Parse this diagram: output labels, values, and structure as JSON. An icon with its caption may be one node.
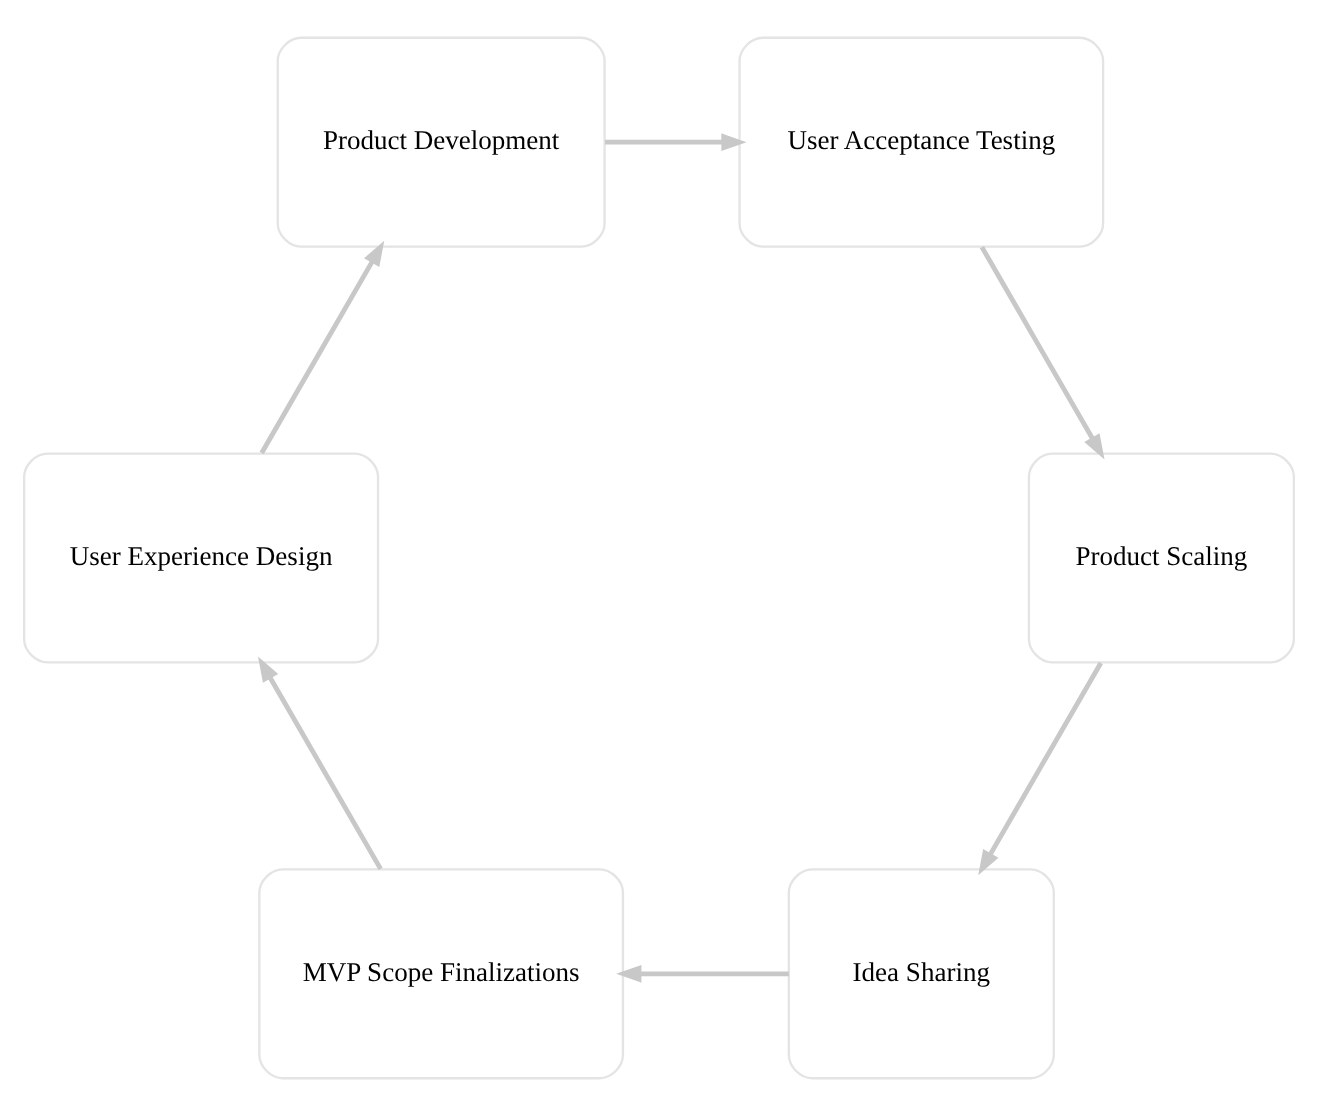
{
  "diagram": {
    "nodes": [
      {
        "text": [
          "Idea Sharing"
        ]
      },
      {
        "text": [
          "MVP Scope Finalizations"
        ]
      },
      {
        "text": [
          "User Experience Design"
        ]
      },
      {
        "text": [
          "Product Development"
        ]
      },
      {
        "text": [
          "User Acceptance Testing"
        ]
      },
      {
        "text": [
          "Product Scaling"
        ]
      }
    ],
    "edges": [
      {
        "from": 0,
        "to": 1,
        "arrow": "to"
      },
      {
        "from": 1,
        "to": 2,
        "arrow": "to"
      },
      {
        "from": 2,
        "to": 3,
        "arrow": "to"
      },
      {
        "from": 3,
        "to": 4,
        "arrow": "to"
      },
      {
        "from": 4,
        "to": 5,
        "arrow": "to"
      },
      {
        "from": 5,
        "to": 0,
        "arrow": "to"
      }
    ]
  }
}
